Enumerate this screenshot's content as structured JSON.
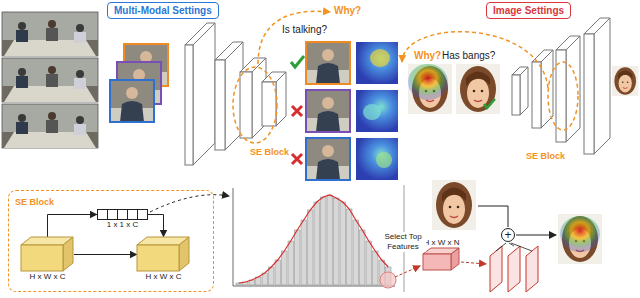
{
  "diagram": {
    "nodes": [
      {
        "text": [
          "Multi-Modal Settings"
        ]
      },
      {
        "text": [
          "Image Settings"
        ]
      },
      {
        "text": [
          "SE Block"
        ]
      },
      {
        "text": [
          "1 x 1 x C"
        ],
        "in": 2
      },
      {
        "text": [
          "H x W x C"
        ],
        "in": 2
      },
      {
        "text": [
          "H x W x C"
        ],
        "in": 2
      },
      {
        "text": [
          "H x W x N"
        ]
      },
      {
        "text": [
          "+"
        ]
      }
    ],
    "edges": [
      {
        "from": 4,
        "to": 5,
        "arrow": "to"
      },
      {
        "from": 4,
        "to": 3,
        "arrow": "to"
      },
      {
        "from": 3,
        "to": 5,
        "arrow": "to"
      }
    ],
    "labels": [
      "Is talking?",
      "Why?",
      "SE Block",
      "Why?",
      "Has bangs?",
      "SE Block",
      "Select Top Features"
    ]
  }
}
